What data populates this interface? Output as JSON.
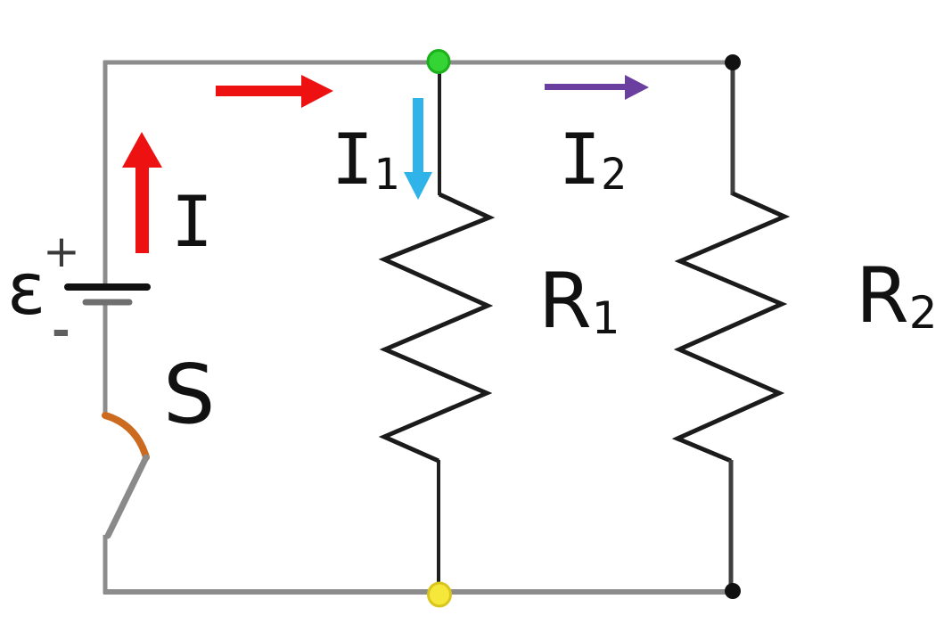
{
  "diagram": {
    "type": "circuit-diagram",
    "description": "EMF source with open switch S driving two parallel resistors R1 and R2; total current I splits into branch currents I1 and I2",
    "labels": {
      "emf": "ε",
      "battery_positive": "+",
      "battery_negative": "-",
      "switch": "S",
      "current_total": "I",
      "current_1": {
        "main": "I",
        "sub": "1"
      },
      "current_2": {
        "main": "I",
        "sub": "2"
      },
      "resistor_1": {
        "main": "R",
        "sub": "1"
      },
      "resistor_2": {
        "main": "R",
        "sub": "2"
      }
    },
    "colors": {
      "wire": "#8c8c8c",
      "branch_wire": "#1f1f1f",
      "right_branch_wire": "#3f3f3f",
      "resistor": "#1b1b1b",
      "battery_plate_long": "#111111",
      "battery_plate_short": "#6f6f6f",
      "arrow_red": "#ee1111",
      "arrow_cyan": "#2fb3e8",
      "arrow_purple": "#6b3fa0",
      "switch_arc": "#cc6a1f",
      "switch_blade": "#8a8a8a",
      "node_green_fill": "#35d435",
      "node_green_edge": "#1db01d",
      "node_yellow_fill": "#f6e83a",
      "node_yellow_edge": "#d9c51e",
      "node_black": "#111111",
      "text": "#111111",
      "plus_text": "#3a3a3a",
      "minus_text": "#5f5f5f"
    }
  }
}
